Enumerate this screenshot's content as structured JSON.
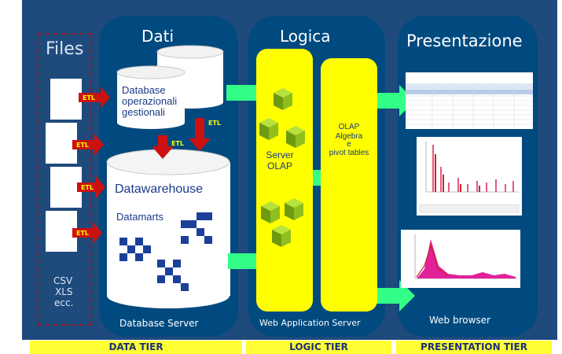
{
  "files": {
    "title": "Files",
    "formats": [
      "CSV",
      "XLS",
      "ecc."
    ]
  },
  "etl_label": "ETL",
  "dati": {
    "title": "Dati",
    "db_operational": [
      "Database",
      "operazionali",
      "gestionali"
    ],
    "datawarehouse": "Datawarehouse",
    "datamarts": "Datamarts",
    "footer": "Database Server"
  },
  "logica": {
    "title": "Logica",
    "server_olap": [
      "Server",
      "OLAP"
    ],
    "olap_engine": [
      "OLAP",
      "Algebra",
      "e",
      "pivot tables"
    ],
    "footer": "Web Application Server"
  },
  "presentazione": {
    "title": "Presentazione",
    "footer": "Web browser"
  },
  "tiers": [
    "DATA TIER",
    "LOGIC TIER",
    "PRESENTATION TIER"
  ],
  "colors": {
    "background": "#1f4a7c",
    "column": "#004a7f",
    "logic_box": "#ffff00",
    "arrow_green": "#33ff88",
    "etl_arrow": "#cc1111",
    "tier_bar": "#ffff33"
  }
}
